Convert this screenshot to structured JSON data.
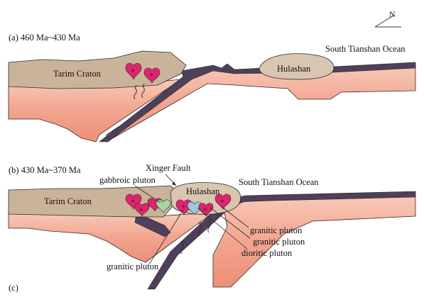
{
  "compass": {
    "label": "N",
    "icon": "north-arrow-icon"
  },
  "panels": {
    "a": {
      "title": "(a) 460 Ma~430 Ma",
      "tarim_label": "Tarim Craton",
      "hulashan_label": "Hulashan",
      "ocean_label": "South Tianshan  Ocean"
    },
    "b": {
      "title": "(b) 430 Ma~370 Ma",
      "tarim_label": "Tarim Craton",
      "hulashan_label": "Hulashan",
      "ocean_label": "South Tianshan  Ocean",
      "fault_label": "Xinger Fault",
      "annotations": {
        "gabbroic": "gabbroic pluton",
        "granitic_right_1": "granitic pluton",
        "granitic_right_2": "granitic pluton",
        "dioritic": "dioritic pluton",
        "granitic_bottom": "granitic pluton"
      }
    },
    "c": {
      "title": "(c)"
    }
  },
  "colors": {
    "crust": "#c9b49a",
    "mantle": "#f2a58f",
    "mantle_light": "#f8c9b7",
    "slab": "#4e3f5a",
    "pluton_magenta": "#e0236e",
    "gabbro_green": "#a9d79a",
    "diorite_blue": "#9cc7e8",
    "outline": "#2a2a2a"
  }
}
